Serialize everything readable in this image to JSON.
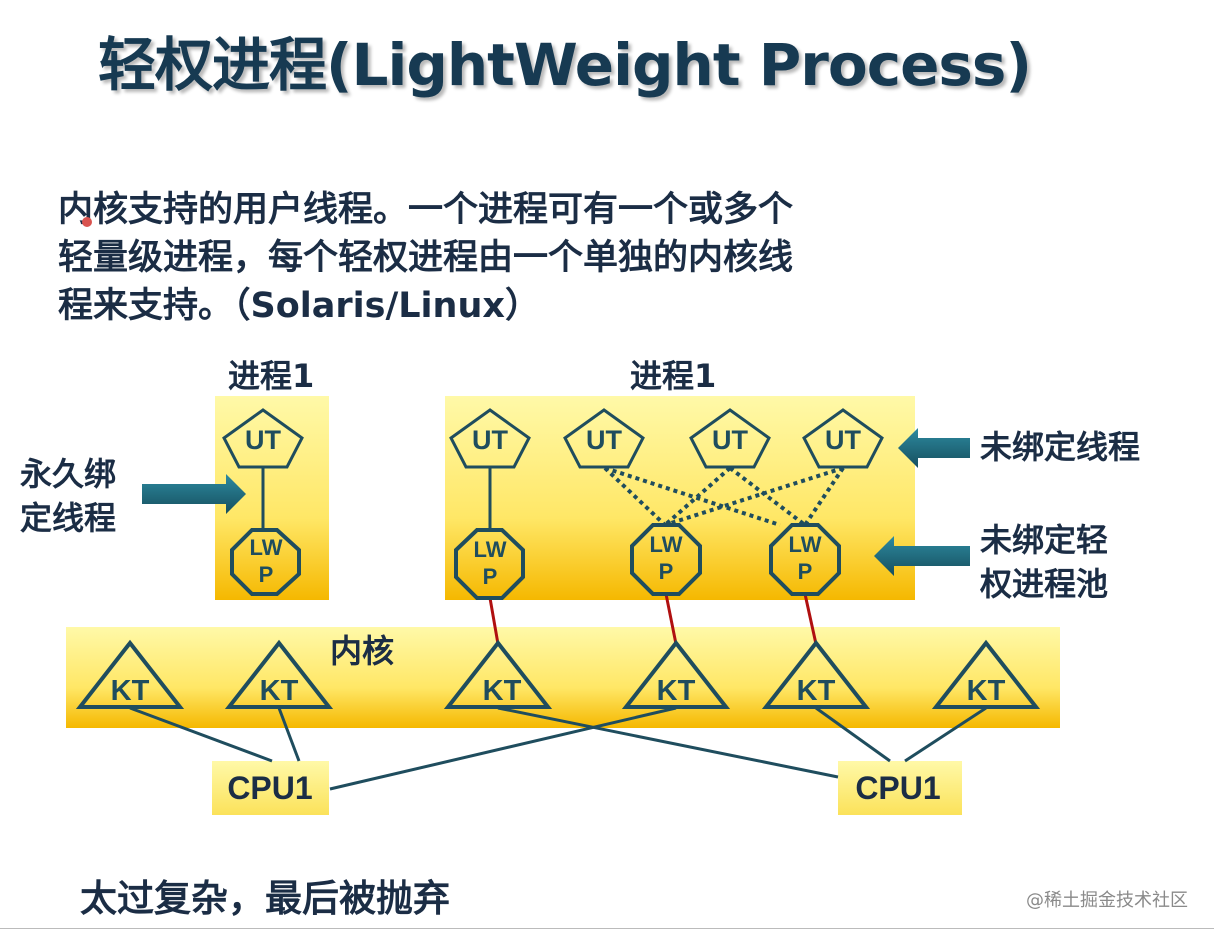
{
  "title": "轻权进程(LightWeight Process)",
  "description": [
    "内核支持的用户线程。一个进程可有一个或多个",
    "轻量级进程，每个轻权进程由一个单独的内核线",
    "程来支持。（Solaris/Linux）"
  ],
  "diagram": {
    "process_left_label": "进程1",
    "process_right_label": "进程1",
    "kernel_label": "内核",
    "bound_thread_label": [
      "永久绑",
      "定线程"
    ],
    "unbound_thread_label": "未绑定线程",
    "unbound_lwp_pool_label": [
      "未绑定轻",
      "权进程池"
    ],
    "ut_label": "UT",
    "lwp_label_line1": "LW",
    "lwp_label_line2": "P",
    "kt_label": "KT",
    "cpu_left_label": "CPU1",
    "cpu_right_label": "CPU1",
    "colors": {
      "panel_top": "#fff9a8",
      "panel_bottom": "#f5b800",
      "shape_stroke": "#1f4d5e",
      "red_link": "#b01010",
      "arrow": "#1f6d7f"
    }
  },
  "bottom_note": "太过复杂，最后被抛弃",
  "watermark": "@稀土掘金技术社区"
}
